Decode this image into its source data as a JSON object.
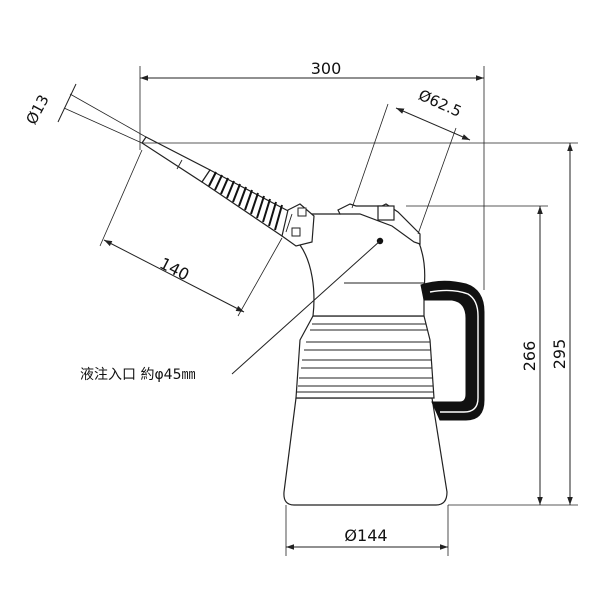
{
  "dimensions": {
    "width_total": "300",
    "height_total": "295",
    "height_body": "266",
    "base_diameter": "Ø144",
    "cap_diameter": "Ø62.5",
    "nozzle_diameter": "Ø13",
    "spout_length": "140"
  },
  "annotation": {
    "inlet_label": "液注入口 約φ45㎜"
  }
}
